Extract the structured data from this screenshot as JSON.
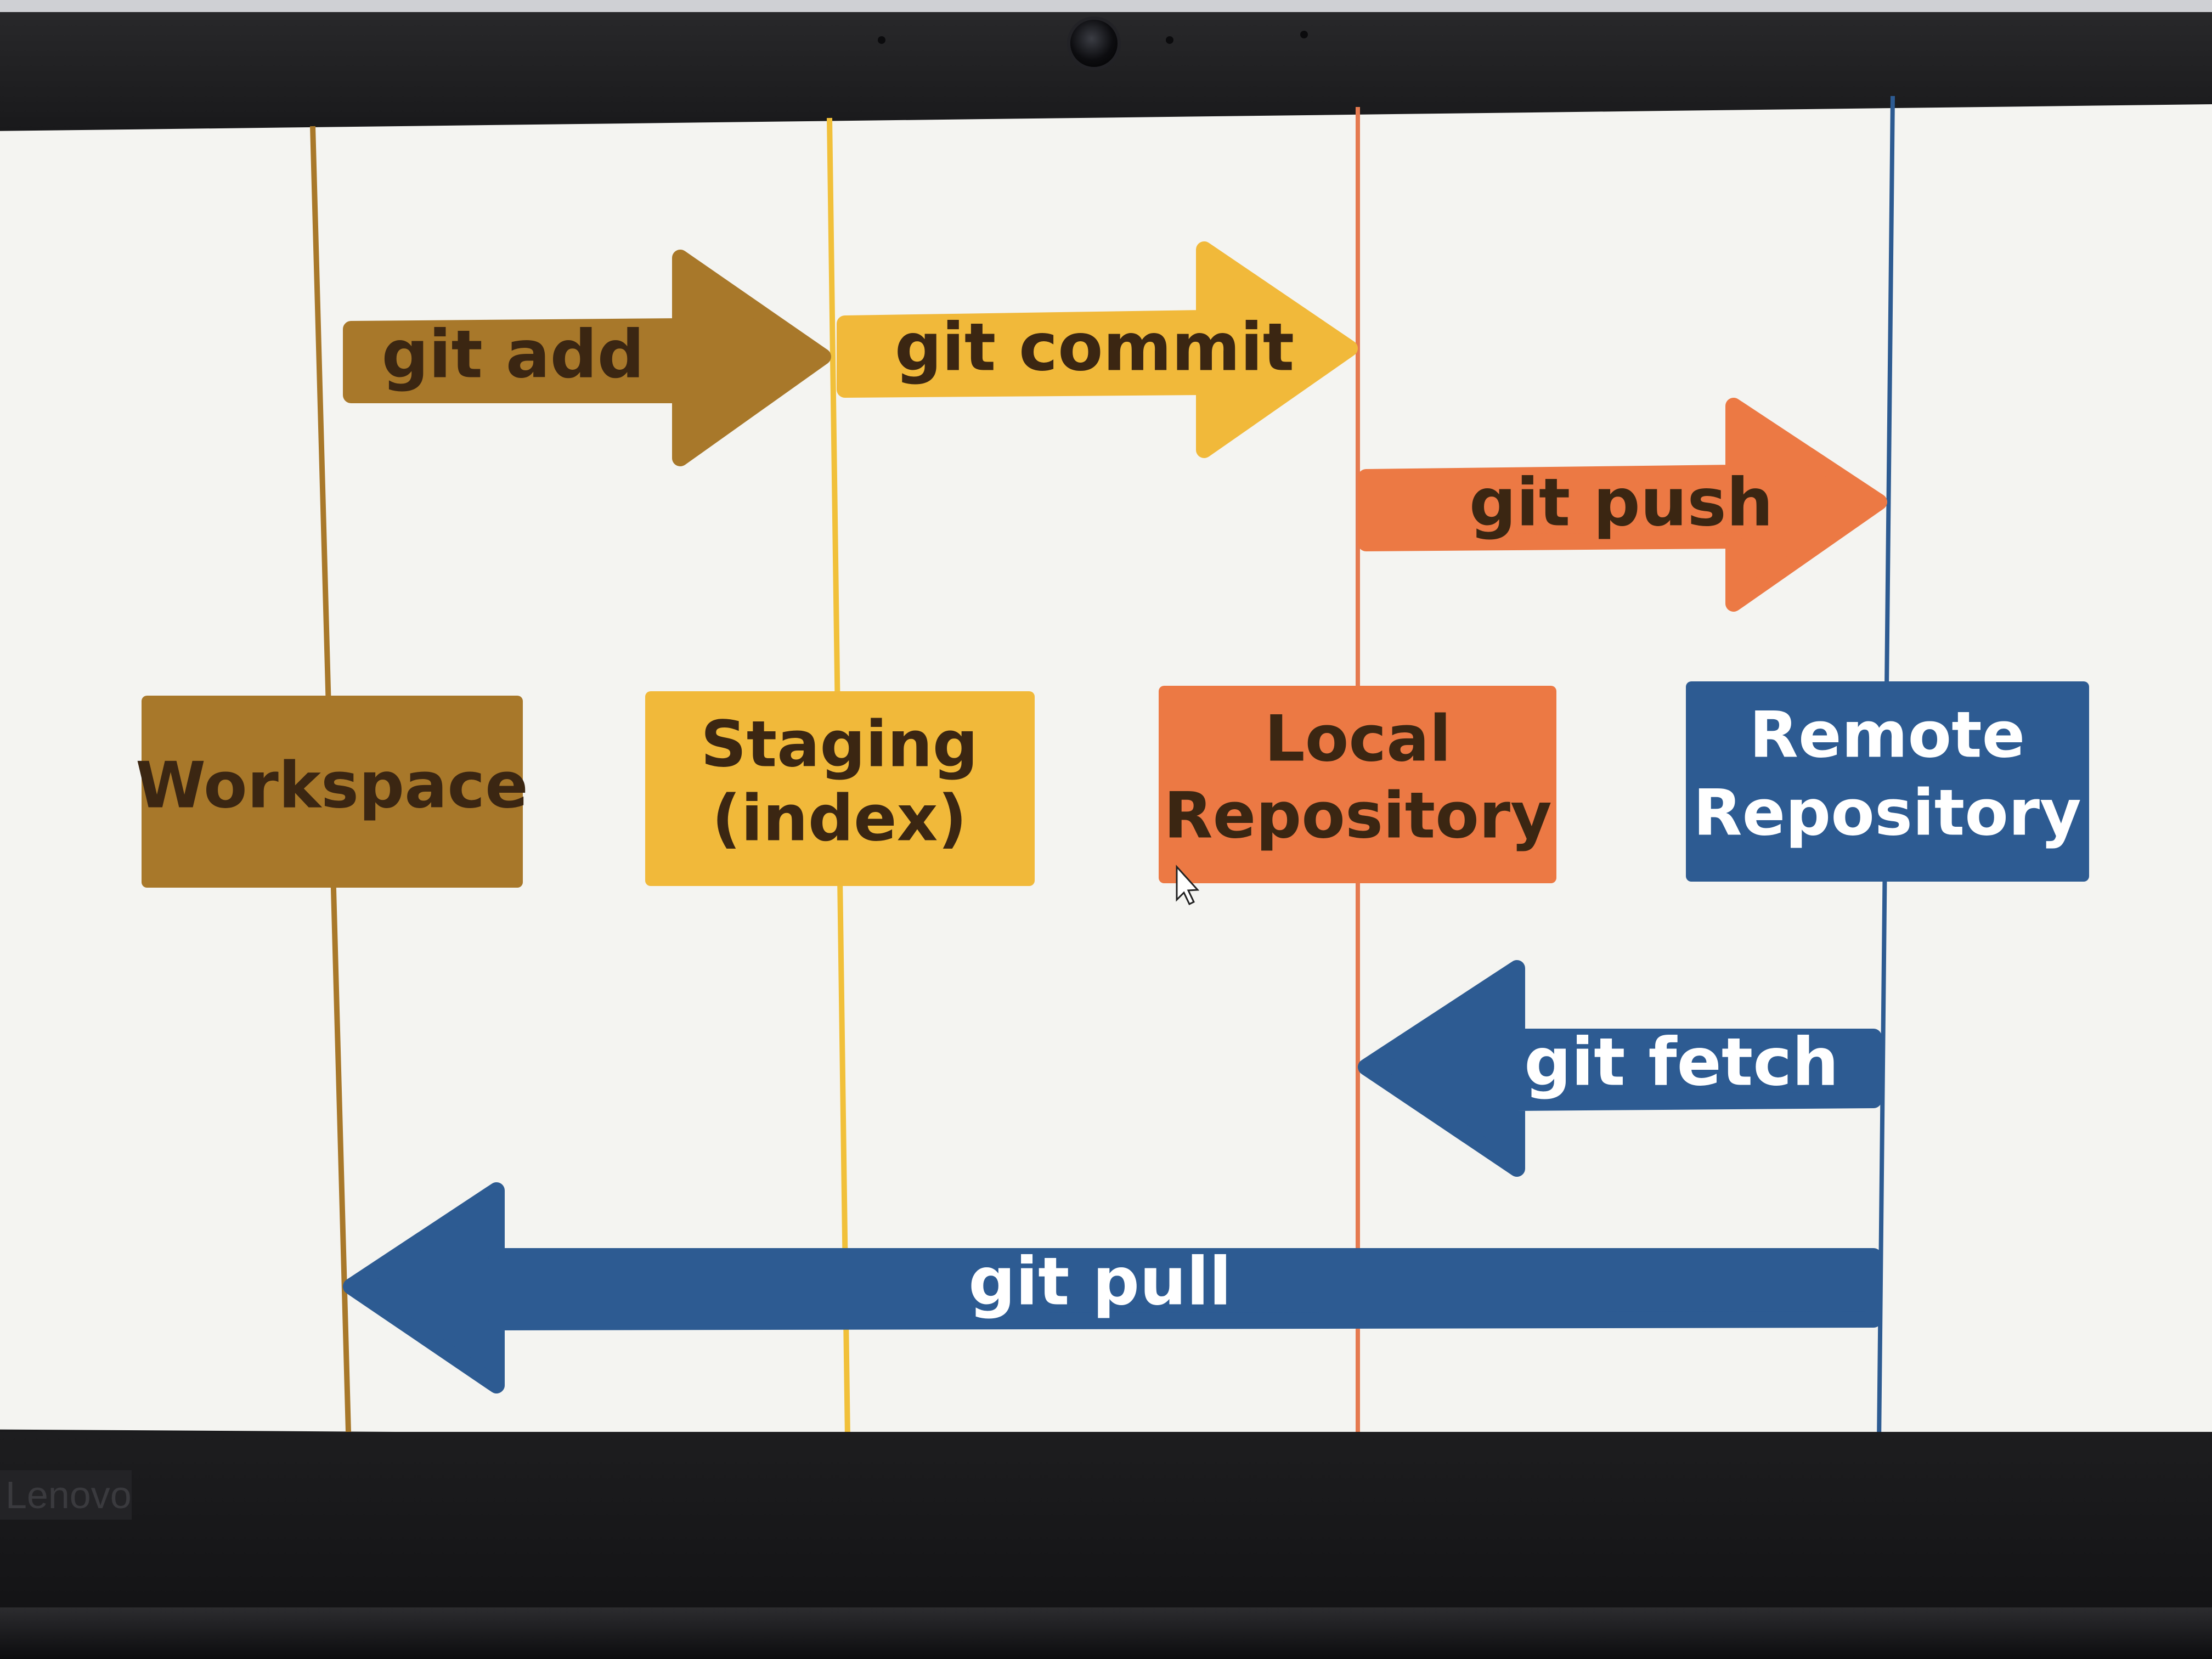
{
  "device": {
    "brand": "Lenovo"
  },
  "colors": {
    "workspace": "#a8782a",
    "staging": "#f1b93a",
    "local": "#ec7944",
    "remote": "#2d5b92",
    "workspace_line": "#a8782a",
    "staging_line": "#f1c03a",
    "local_line": "#e57a50",
    "remote_line": "#2d5b92"
  },
  "stages": [
    {
      "id": "workspace",
      "label": "Workspace"
    },
    {
      "id": "staging",
      "label_line1": "Staging",
      "label_line2": "(index)"
    },
    {
      "id": "local",
      "label_line1": "Local",
      "label_line2": "Repository"
    },
    {
      "id": "remote",
      "label_line1": "Remote",
      "label_line2": "Repository"
    }
  ],
  "commands": [
    {
      "id": "add",
      "label": "git add",
      "from": "workspace",
      "to": "staging",
      "direction": "right"
    },
    {
      "id": "commit",
      "label": "git commit",
      "from": "staging",
      "to": "local",
      "direction": "right"
    },
    {
      "id": "push",
      "label": "git push",
      "from": "local",
      "to": "remote",
      "direction": "right"
    },
    {
      "id": "fetch",
      "label": "git fetch",
      "from": "remote",
      "to": "local",
      "direction": "left"
    },
    {
      "id": "pull",
      "label": "git pull",
      "from": "remote",
      "to": "workspace",
      "direction": "left"
    }
  ]
}
